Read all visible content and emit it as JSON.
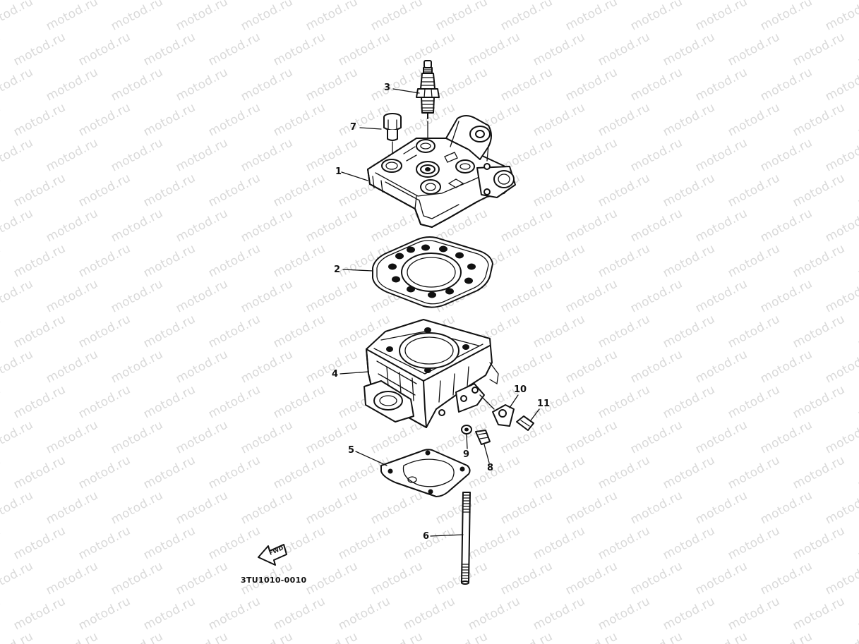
{
  "watermark": {
    "text": "motod.ru"
  },
  "diagram": {
    "part_code": "3TU1010-0010",
    "fwd_label": "FWD",
    "callouts": [
      "1",
      "2",
      "3",
      "4",
      "5",
      "6",
      "7",
      "8",
      "9",
      "10",
      "11"
    ]
  },
  "colors": {
    "line": "#111111",
    "watermark": "#d9d9d9",
    "background": "#ffffff"
  }
}
